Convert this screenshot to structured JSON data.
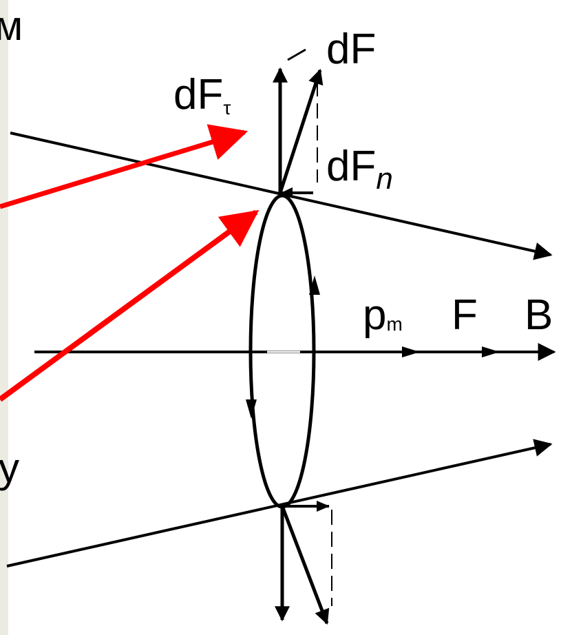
{
  "labels": {
    "dF": "dF",
    "dF_tau_base": "dF",
    "dF_tau_sub": "τ",
    "dF_n_base": "dF",
    "dF_n_sub": "n",
    "p_m_base": "p",
    "p_m_sub": "m",
    "F": "F",
    "B": "B",
    "edge_fragment_top": "м",
    "edge_fragment_mid": "у"
  },
  "colors": {
    "line": "#000000",
    "pointer_arrow": "#ff0000",
    "background": "#ffffff",
    "side_strip": "#ecebe2"
  }
}
